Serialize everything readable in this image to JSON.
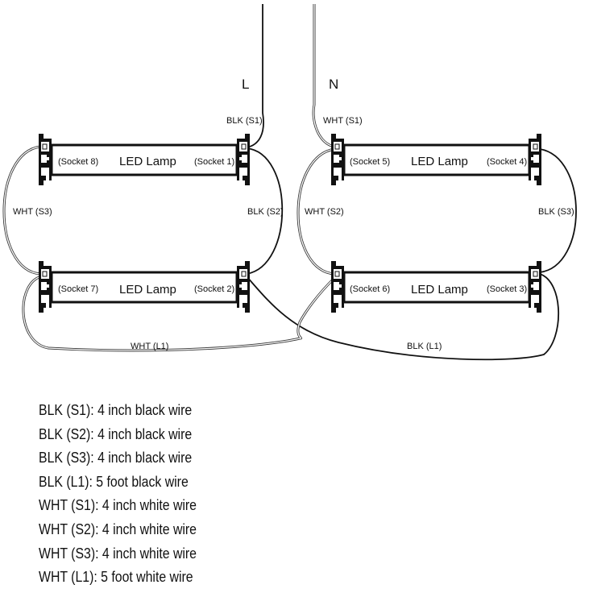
{
  "line_labels": {
    "live": "L",
    "neutral": "N"
  },
  "wire_labels": {
    "blk_s1": "BLK (S1)",
    "wht_s1": "WHT (S1)",
    "wht_s3": "WHT (S3)",
    "blk_s2": "BLK (S2)",
    "wht_s2": "WHT (S2)",
    "blk_s3": "BLK (S3)",
    "wht_l1": "WHT (L1)",
    "blk_l1": "BLK (L1)"
  },
  "lamps": [
    {
      "label": "LED Lamp",
      "left_socket": "(Socket 8)",
      "right_socket": "(Socket 1)"
    },
    {
      "label": "LED Lamp",
      "left_socket": "(Socket 7)",
      "right_socket": "(Socket 2)"
    },
    {
      "label": "LED Lamp",
      "left_socket": "(Socket 5)",
      "right_socket": "(Socket 4)"
    },
    {
      "label": "LED Lamp",
      "left_socket": "(Socket 6)",
      "right_socket": "(Socket 3)"
    }
  ],
  "legend": [
    "BLK (S1): 4 inch black wire",
    "BLK (S2): 4 inch black wire",
    "BLK (S3): 4 inch black wire",
    "BLK (L1): 5 foot black wire",
    "WHT (S1): 4 inch white wire",
    "WHT (S2): 4 inch white wire",
    "WHT (S3): 4 inch white wire",
    "WHT (L1): 5 foot white wire"
  ]
}
